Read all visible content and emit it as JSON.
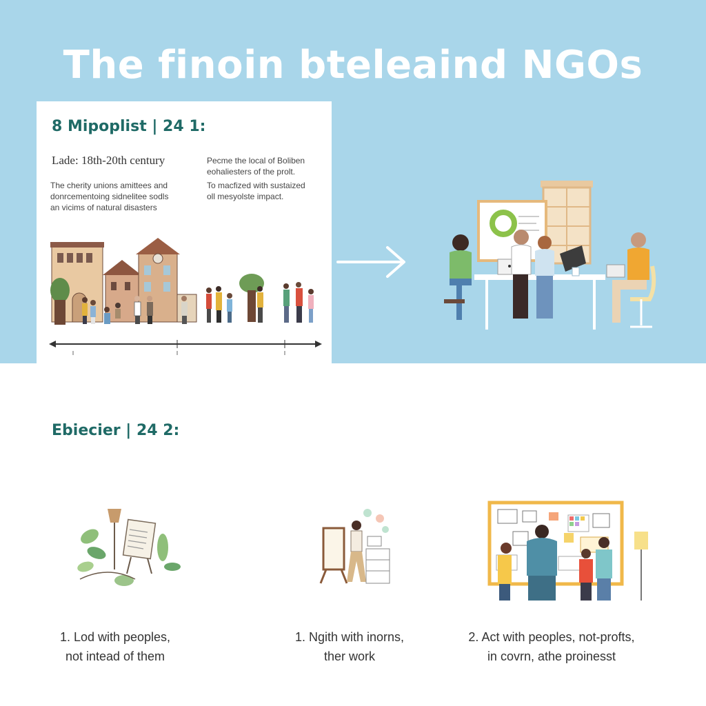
{
  "header": {
    "title": "The finoin bteleaind NGOs"
  },
  "section1": {
    "title": "8 Mipoplist | 24  1:",
    "era": "Lade: 18th-20th century",
    "note_left": [
      "The cherity unions amittees and",
      "donrcementoing sidnelitee sodls",
      "an vicims of natural disasters"
    ],
    "note_right": [
      "Pecme the local of Boliben",
      "eohaliesters of the prolt."
    ],
    "note_right2": [
      "To macfized with sustaized",
      "oll mesyolste impact."
    ]
  },
  "section2": {
    "title": "Ebiecier | 24  2:"
  },
  "captions": [
    {
      "line1": "1. Lod with peoples,",
      "line2": "not intead of them"
    },
    {
      "line1": "1. Ngith with inorns,",
      "line2": "ther work"
    },
    {
      "line1": "2. Act with peoples, not-profts,",
      "line2": "in covrn, athe proinesst"
    }
  ],
  "colors": {
    "sky": "#a9d6ea",
    "teal": "#1f6a66",
    "white": "#ffffff"
  }
}
